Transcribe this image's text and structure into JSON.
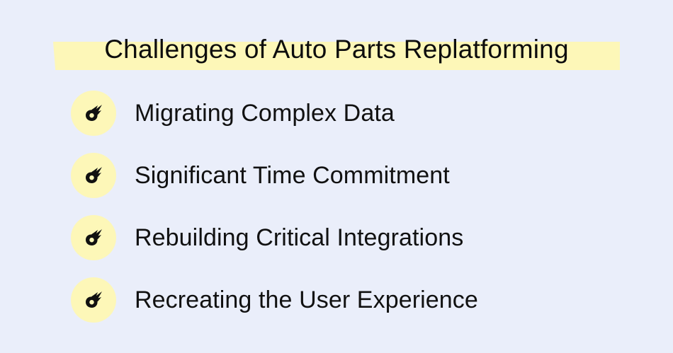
{
  "title": "Challenges of Auto Parts Replatforming",
  "colors": {
    "background": "#eaeefa",
    "highlight": "#fdf7b8",
    "text": "#111111"
  },
  "items": [
    {
      "icon": "comet-icon",
      "label": "Migrating Complex Data"
    },
    {
      "icon": "comet-icon",
      "label": "Significant Time Commitment"
    },
    {
      "icon": "comet-icon",
      "label": "Rebuilding Critical Integrations"
    },
    {
      "icon": "comet-icon",
      "label": "Recreating the User Experience"
    }
  ]
}
